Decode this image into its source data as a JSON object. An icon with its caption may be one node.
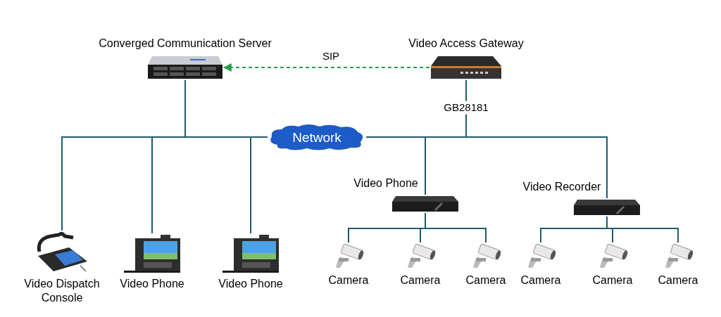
{
  "diagram": {
    "nodes": [
      {
        "text": [
          "Converged Communication Server"
        ]
      },
      {
        "text": [
          "Video Access Gateway"
        ]
      },
      {
        "text": [
          "Network"
        ]
      },
      {
        "text": [
          "Video Dispatch Console"
        ]
      },
      {
        "text": [
          "Video Phone"
        ]
      },
      {
        "text": [
          "Video Phone"
        ]
      },
      {
        "text": [
          "Video Phone"
        ]
      },
      {
        "text": [
          "Video Recorder"
        ]
      },
      {
        "text": [
          "Camera"
        ]
      },
      {
        "text": [
          "Camera"
        ]
      },
      {
        "text": [
          "Camera"
        ]
      },
      {
        "text": [
          "Camera"
        ]
      },
      {
        "text": [
          "Camera"
        ]
      },
      {
        "text": [
          "Camera"
        ]
      }
    ],
    "edges": [
      {
        "from": 1,
        "to": 0,
        "arrow": "to",
        "label": "SIP",
        "style": "dashed",
        "color": "#22a045"
      },
      {
        "from": 0,
        "to": 2,
        "arrow": "none"
      },
      {
        "from": 2,
        "to": 3,
        "arrow": "none"
      },
      {
        "from": 2,
        "to": 4,
        "arrow": "none"
      },
      {
        "from": 2,
        "to": 5,
        "arrow": "none"
      },
      {
        "from": 1,
        "to": 2,
        "arrow": "none",
        "label": "GB28181"
      },
      {
        "from": 2,
        "to": 6,
        "arrow": "none"
      },
      {
        "from": 2,
        "to": 7,
        "arrow": "none"
      },
      {
        "from": 6,
        "to": 8,
        "arrow": "none"
      },
      {
        "from": 6,
        "to": 9,
        "arrow": "none"
      },
      {
        "from": 6,
        "to": 10,
        "arrow": "none"
      },
      {
        "from": 7,
        "to": 11,
        "arrow": "none"
      },
      {
        "from": 7,
        "to": 12,
        "arrow": "none"
      },
      {
        "from": 7,
        "to": 13,
        "arrow": "none"
      }
    ]
  }
}
